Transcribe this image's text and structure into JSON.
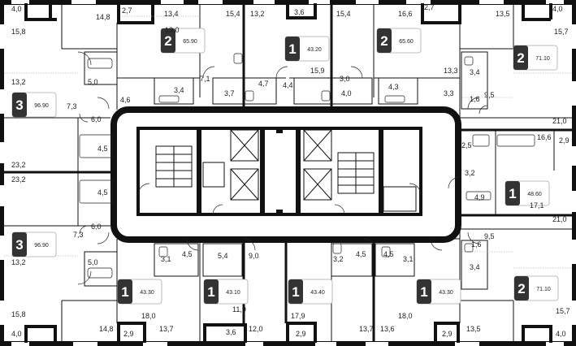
{
  "units": [
    {
      "rooms": "2",
      "area": "65.90"
    },
    {
      "rooms": "1",
      "area": "43.20"
    },
    {
      "rooms": "2",
      "area": "65.60"
    },
    {
      "rooms": "2",
      "area": "71.10"
    },
    {
      "rooms": "3",
      "area": "96.90"
    },
    {
      "rooms": "1",
      "area": "48.60"
    },
    {
      "rooms": "3",
      "area": "96.90"
    },
    {
      "rooms": "1",
      "area": "43.30"
    },
    {
      "rooms": "1",
      "area": "43.10"
    },
    {
      "rooms": "1",
      "area": "43.40"
    },
    {
      "rooms": "1",
      "area": "43.30"
    },
    {
      "rooms": "2",
      "area": "71.10"
    }
  ],
  "room_areas": [
    "4,0",
    "14,8",
    "2,7",
    "13,4",
    "15,4",
    "13,2",
    "3,6",
    "15,4",
    "16,6",
    "2,7",
    "13,5",
    "4,0",
    "15,8",
    "13,0",
    "15,7",
    "5,0",
    "7,1",
    "4,7",
    "4,4",
    "15,9",
    "3,0",
    "13,3",
    "3,4",
    "13,2",
    "4,6",
    "3,4",
    "3,7",
    "4,0",
    "4,3",
    "3,3",
    "9,5",
    "1,6",
    "7,3",
    "6,0",
    "21,0",
    "4,5",
    "2,5",
    "16,6",
    "2,9",
    "23,2",
    "23,2",
    "3,2",
    "4,5",
    "4,9",
    "17,1",
    "6,0",
    "21,0",
    "7,3",
    "1,6",
    "9,5",
    "13,2",
    "5,4",
    "9,0",
    "3,1",
    "4,5",
    "3,2",
    "4,5",
    "4,5",
    "3,1",
    "5,0",
    "3,4",
    "18,0",
    "11,9",
    "17,9",
    "18,0",
    "15,8",
    "14,8",
    "13,7",
    "12,0",
    "13,7",
    "13,6",
    "13,5",
    "15,7",
    "4,0",
    "2,9",
    "3,6",
    "2,9",
    "2,9",
    "4,0"
  ]
}
